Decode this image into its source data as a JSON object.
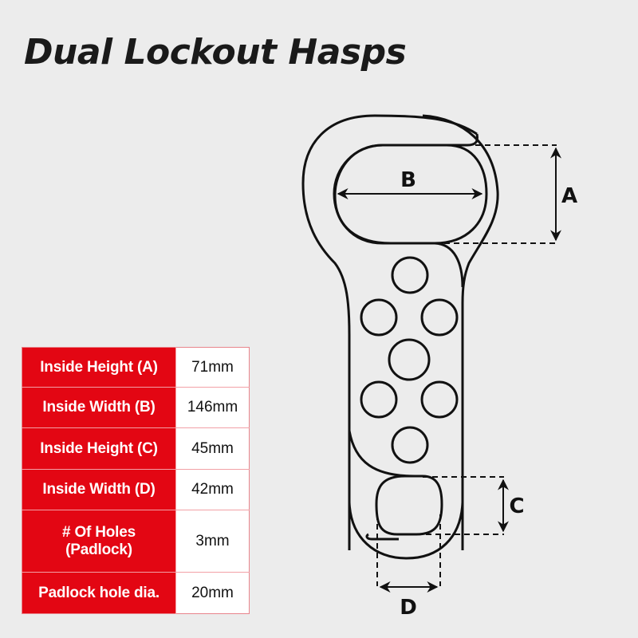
{
  "title": "Dual Lockout Hasps",
  "colors": {
    "background": "#ececec",
    "label_cell": "#e30613",
    "value_cell": "#ffffff",
    "line": "#111111"
  },
  "specs": [
    {
      "label": "Inside Height (A)",
      "value": "71mm"
    },
    {
      "label": "Inside Width (B)",
      "value": "146mm"
    },
    {
      "label": "Inside Height (C)",
      "value": "45mm"
    },
    {
      "label": "Inside Width (D)",
      "value": "42mm"
    },
    {
      "label_line1": "# Of Holes",
      "label_line2": "(Padlock)",
      "value": "3mm"
    },
    {
      "label": "Padlock hole dia.",
      "value": "20mm"
    }
  ],
  "diagram": {
    "dimension_labels": {
      "a": "A",
      "b": "B",
      "c": "C",
      "d": "D"
    },
    "padlock_hole_count_drawn": 7
  }
}
